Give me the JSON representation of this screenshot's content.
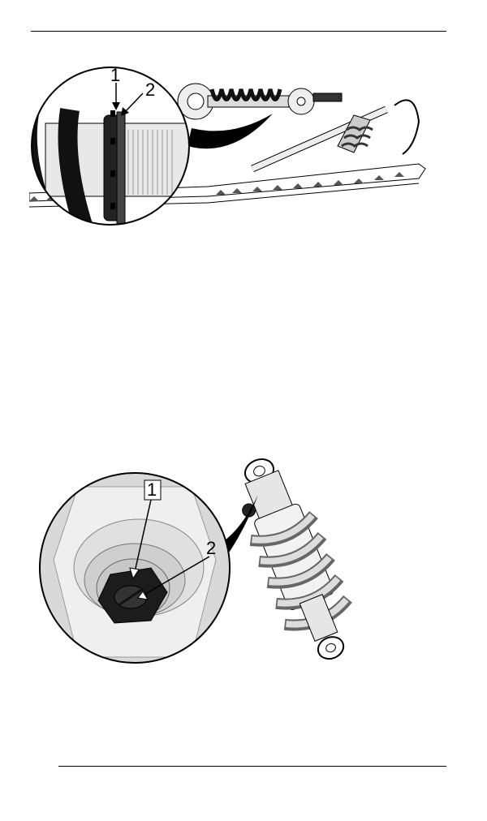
{
  "figure_top": {
    "callouts": [
      "1",
      "2"
    ]
  },
  "figure_bottom": {
    "callouts": [
      "1",
      "2"
    ]
  }
}
